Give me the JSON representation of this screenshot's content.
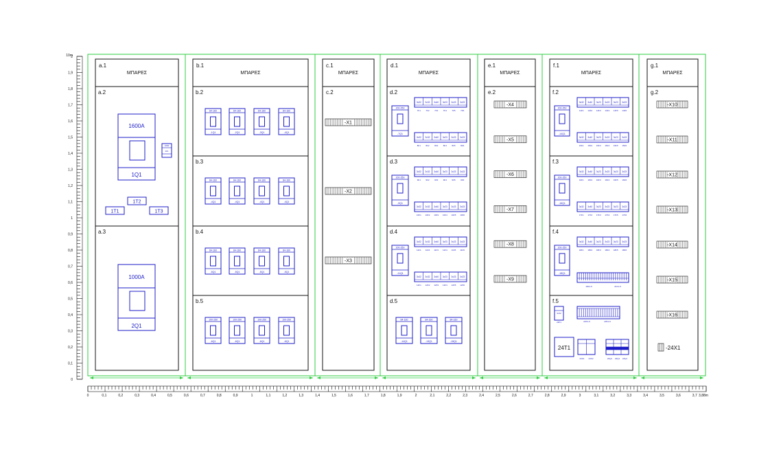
{
  "ruler": {
    "unit_label_x": "3,88m",
    "unit_label_y": "10m",
    "x_ticks": [
      "0",
      "0,1",
      "0,2",
      "0,3",
      "0,4",
      "0,5",
      "0,6",
      "0,7",
      "0,8",
      "0,9",
      "1",
      "1,1",
      "1,2",
      "1,3",
      "1,4",
      "1,5",
      "1,6",
      "1,7",
      "1,8",
      "1,9",
      "2",
      "2,1",
      "2,2",
      "2,3",
      "2,4",
      "2,5",
      "2,6",
      "2,7",
      "2,8",
      "2,9",
      "3",
      "3,1",
      "3,2",
      "3,3",
      "3,4",
      "3,5",
      "3,6",
      "3,7"
    ],
    "y_ticks": [
      "2",
      "1,9",
      "1,8",
      "1,7",
      "1,6",
      "1,5",
      "1,4",
      "1,3",
      "1,2",
      "1,1",
      "1",
      "0,9",
      "0,8",
      "0,7",
      "0,6",
      "0,5",
      "0,4",
      "0,3",
      "0,2",
      "0,1",
      "0"
    ]
  },
  "colors": {
    "frame": "#2ecc40",
    "device": "#1c1cc8",
    "outline": "#111111"
  },
  "busbar_label": "ΜΠΑΡΕΣ",
  "panels": {
    "a": {
      "header": "a.1",
      "sections": [
        {
          "id": "a.2",
          "breaker_rating": "1600A",
          "breaker_tag": "1Q1",
          "small_top": "1600",
          "small_tag": "1F1",
          "transformers": [
            "1T1",
            "1T2",
            "1T3"
          ]
        },
        {
          "id": "a.3",
          "breaker_rating": "1000A",
          "breaker_tag": "2Q1"
        }
      ]
    },
    "b": {
      "header": "b.1",
      "sections": [
        {
          "id": "b.2",
          "breakers": [
            {
              "top": "84-160",
              "tag": "-1Q1"
            },
            {
              "top": "84-160",
              "tag": "-2Q1"
            },
            {
              "top": "84-160",
              "tag": "-3Q1"
            },
            {
              "top": "84-160",
              "tag": "-4Q1"
            }
          ]
        },
        {
          "id": "b.3",
          "breakers": [
            {
              "top": "84-160",
              "tag": "-4Q1"
            },
            {
              "top": "84-160",
              "tag": "-4Q1"
            },
            {
              "top": "84-160",
              "tag": "-4Q1"
            },
            {
              "top": "84-160",
              "tag": "-4Q1"
            }
          ]
        },
        {
          "id": "b.4",
          "breakers": [
            {
              "top": "84-160",
              "tag": "-5Q1"
            },
            {
              "top": "84-160",
              "tag": "-5Q1"
            },
            {
              "top": "84-160",
              "tag": "-5Q1"
            },
            {
              "top": "84-160",
              "tag": "-5Q1"
            }
          ]
        },
        {
          "id": "b.5",
          "breakers": [
            {
              "top": "100-250",
              "tag": "-6Q1"
            },
            {
              "top": "100-250",
              "tag": "-6Q1"
            },
            {
              "top": "100-250",
              "tag": "-6Q1"
            },
            {
              "top": "100-250",
              "tag": "-6Q1"
            }
          ]
        }
      ]
    },
    "c": {
      "header": "c.1",
      "section_id": "c.2",
      "terminals": [
        "-X1",
        "-X2",
        "-X3"
      ]
    },
    "d": {
      "header": "d.1",
      "sections": [
        {
          "id": "d.2",
          "main_top": "200-250",
          "main_tag": "-7Q1",
          "row1": {
            "mcb": [
              "3x32",
              "3x32",
              "3x40",
              "3x23",
              "3x23",
              "3x23"
            ],
            "tags": [
              "7F1",
              "7F2",
              "7F3",
              "7F4",
              "7F5",
              "7F6"
            ]
          },
          "row2": {
            "mcb": [
              "3x32",
              "3x32",
              "3x40",
              "3x23",
              "3x23",
              "3x23"
            ],
            "tags": [
              "8F1",
              "8F2",
              "8F3",
              "8F4",
              "8F5",
              "8F6"
            ]
          }
        },
        {
          "id": "d.3",
          "main_top": "200-250",
          "main_tag": "-9Q1",
          "row1": {
            "mcb": [
              "3x32",
              "3x32",
              "3x40",
              "3x23",
              "3x23",
              "3x23"
            ],
            "tags": [
              "9F1",
              "9F2",
              "9F3",
              "9F4",
              "9F5",
              "9F6"
            ]
          },
          "row2": {
            "mcb": [
              "3x32",
              "3x32",
              "3x40",
              "3x23",
              "3x23",
              "3x23"
            ],
            "tags": [
              "10F1",
              "10F2",
              "10F3",
              "10F4",
              "10F5",
              "10F6"
            ]
          }
        },
        {
          "id": "d.4",
          "main_top": "200-250",
          "main_tag": "-11Q1",
          "row1": {
            "mcb": [
              "3x32",
              "3x32",
              "3x40",
              "3x23",
              "3x23",
              "3x23"
            ],
            "tags": [
              "11F1",
              "11F2",
              "11F3",
              "11F4",
              "11F5",
              "11F6"
            ]
          },
          "row2": {
            "mcb": [
              "3x32",
              "3x32",
              "3x40",
              "3x23",
              "3x23",
              "3x23"
            ],
            "tags": [
              "12F1",
              "12F2",
              "12F3",
              "12F4",
              "12F5",
              "12F6"
            ]
          }
        },
        {
          "id": "d.5",
          "breakers": [
            {
              "top": "84-160",
              "tag": "-14Q1"
            },
            {
              "top": "84-160",
              "tag": "-13Q1"
            },
            {
              "top": "84-160",
              "tag": "-15Q1"
            }
          ]
        }
      ]
    },
    "e": {
      "header": "e.1",
      "section_id": "e.2",
      "terminals": [
        "-X4",
        "-X5",
        "-X6",
        "-X7",
        "-X8",
        "-X9"
      ]
    },
    "f": {
      "header": "f.1",
      "sections": [
        {
          "id": "f.2",
          "main_top": "200-250",
          "main_tag": "-14Q1",
          "row1": {
            "mcb": [
              "3x32",
              "3x40",
              "3x23",
              "3x23",
              "3x23",
              "3x23"
            ],
            "tags": [
              "14F1",
              "14F2",
              "14F3",
              "14F4",
              "14F5",
              "14F6"
            ]
          },
          "row2": {
            "mcb": [
              "3x32",
              "3x40",
              "3x23",
              "3x23",
              "3x23",
              "3x23"
            ],
            "tags": [
              "15F1",
              "15F2",
              "15F3",
              "15F4",
              "15F5",
              "15F6"
            ]
          }
        },
        {
          "id": "f.3",
          "main_top": "200-250",
          "main_tag": "-16Q1",
          "row1": {
            "mcb": [
              "3x32",
              "3x40",
              "3x23",
              "3x23",
              "3x23",
              "3x23"
            ],
            "tags": [
              "16F1",
              "16F2",
              "16F3",
              "16F4",
              "16F5",
              "16F6"
            ]
          },
          "row2": {
            "mcb": [
              "3x32",
              "3x40",
              "3x23",
              "3x23",
              "3x23",
              "3x23"
            ],
            "tags": [
              "17F1",
              "17F2",
              "17F3",
              "17F4",
              "17F5",
              "17F6"
            ]
          }
        },
        {
          "id": "f.4",
          "main_top": "200-250",
          "main_tag": "-18Q1",
          "row1": {
            "mcb": [
              "3x32",
              "3x40",
              "3x23",
              "3x23",
              "3x23",
              "3x23"
            ],
            "tags": [
              "18F1",
              "18F2",
              "18F3",
              "18F4",
              "18F5",
              "18F6"
            ]
          },
          "rail_tags": [
            "19F1-6",
            "21F1-6"
          ]
        },
        {
          "id": "f.5",
          "small_top": "3x32",
          "small_tag": "22F1",
          "rail_tags": [
            "22F1-6",
            "23F1-6"
          ],
          "transformer": "24T1",
          "relays_left": [
            "24K1",
            "24K2"
          ],
          "relays_right": [
            "22Q1",
            "23Q1",
            "24Q1"
          ]
        }
      ]
    },
    "g": {
      "header": "g.1",
      "section_id": "g.2",
      "terminals": [
        "-X10",
        "-X11",
        "-X12",
        "-X13",
        "-X14",
        "-X15",
        "-X16"
      ],
      "last_terminal": "-24X1"
    }
  }
}
